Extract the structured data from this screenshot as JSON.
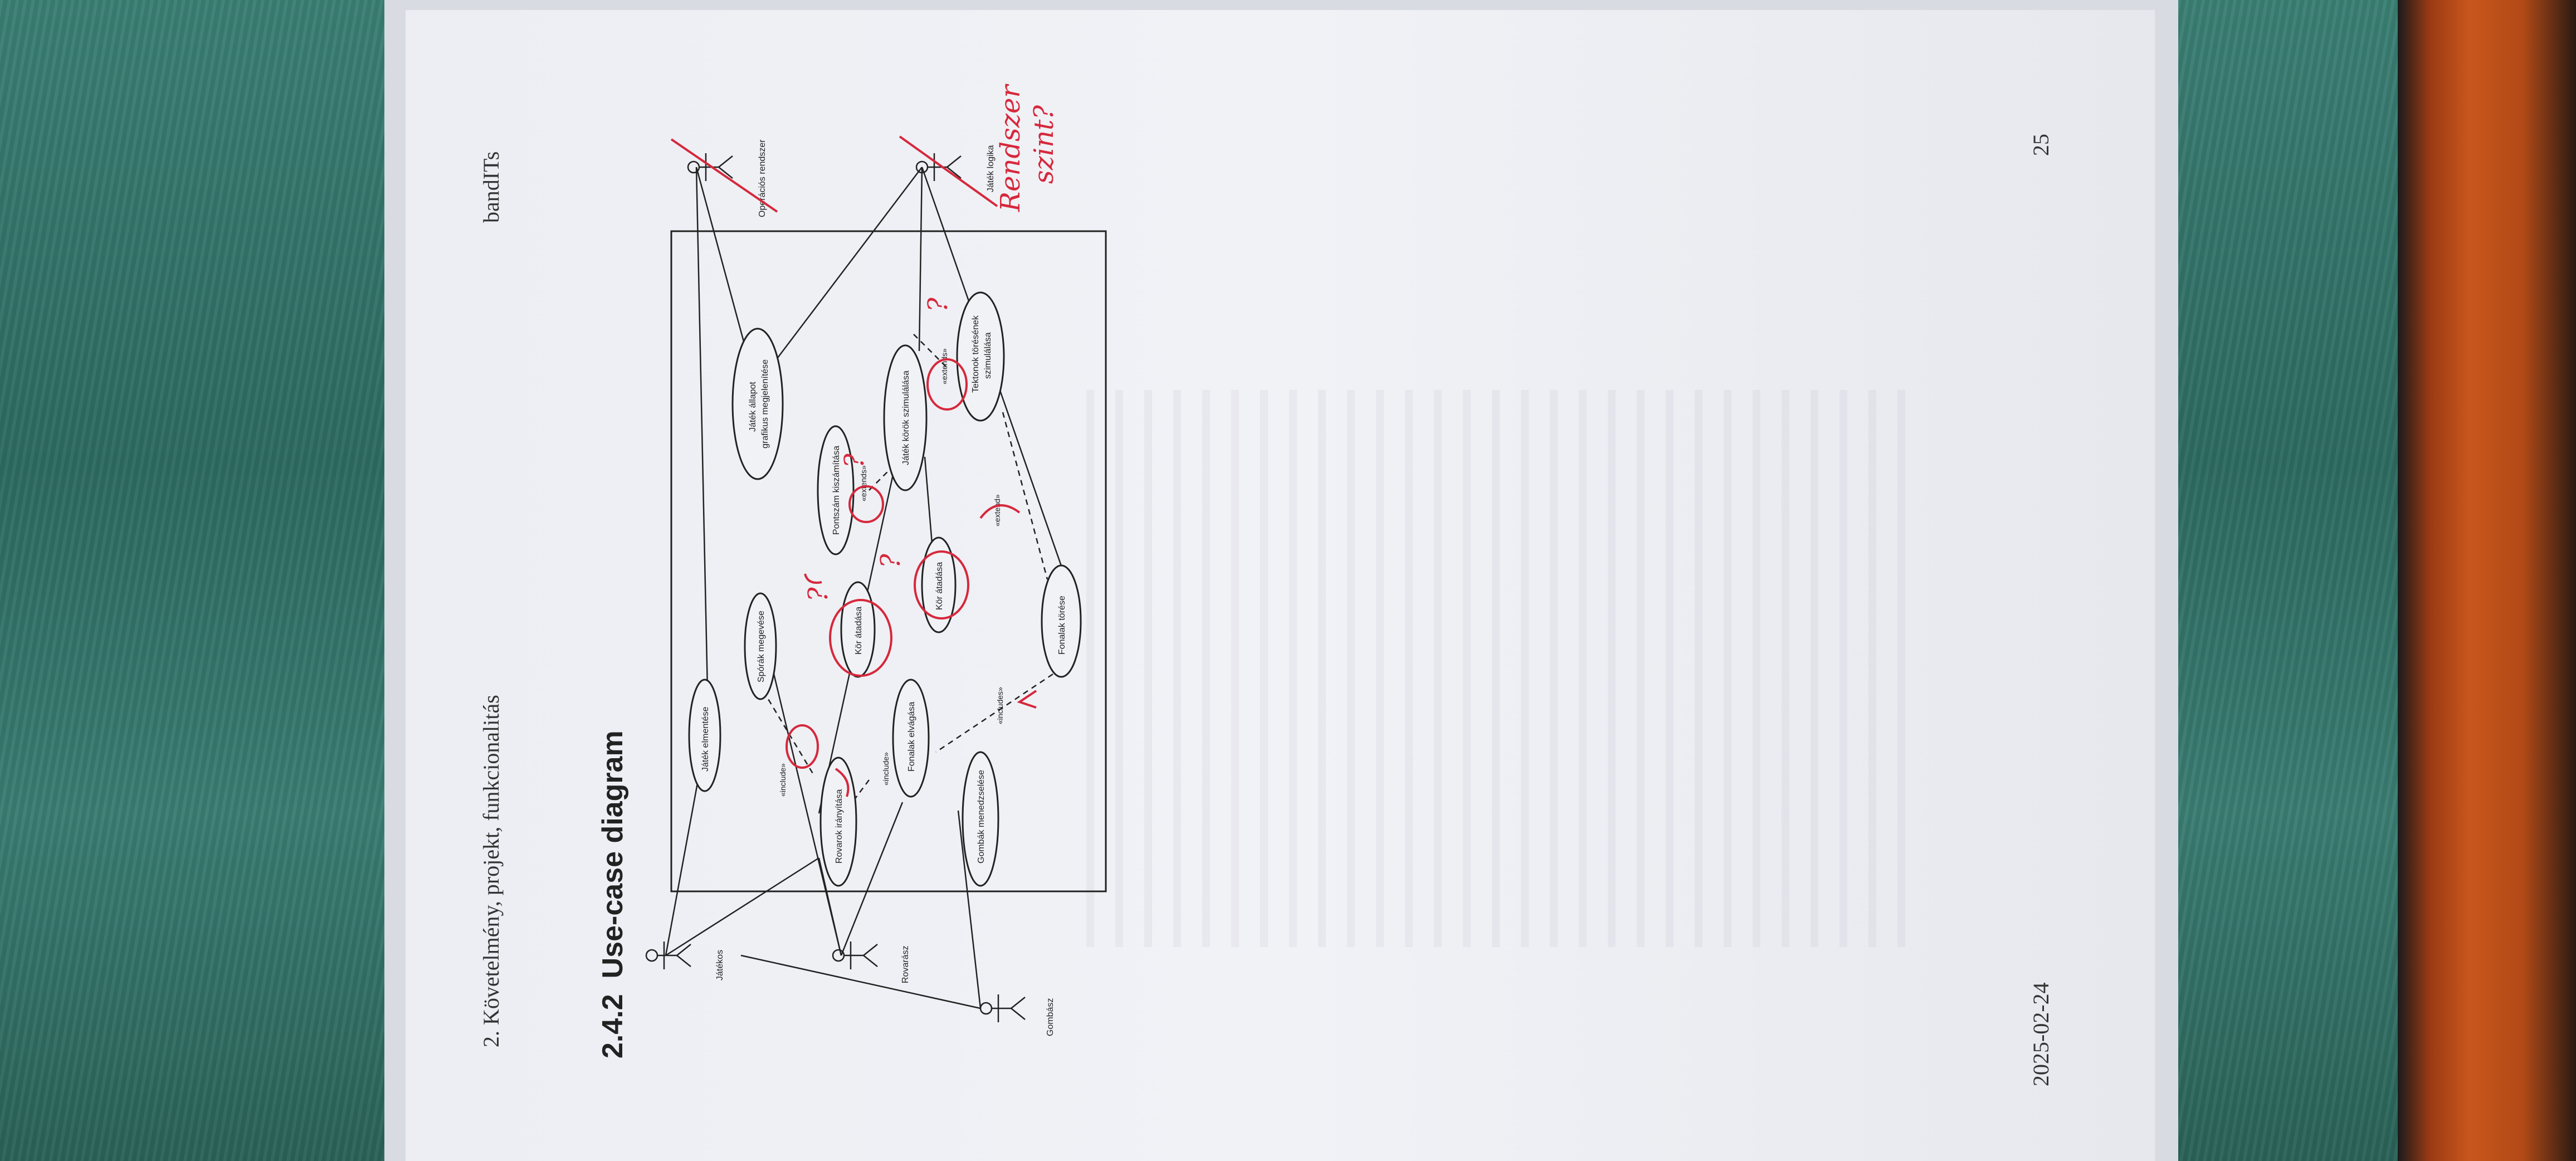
{
  "page": {
    "header_left": "2. Követelmény, projekt, funkcionalitás",
    "header_right": "bandITs",
    "section_number": "2.4.2",
    "section_title": "Use-case diagram",
    "footer_date": "2025-02-24",
    "footer_page": "25"
  },
  "diagram": {
    "actors": {
      "jatekos": "Játékos",
      "rovarasz": "Rovarász",
      "gombasz": "Gombász",
      "operacios_rendszer": "Operációs rendszer",
      "jatek_logika": "Játék logika"
    },
    "use_cases": {
      "jatek_elmentese": "Játék elmentése",
      "sporak_megevese": "Spórák megevése",
      "jatek_allapot_line1": "Játék állapot",
      "jatek_allapot_line2": "grafikus megjelenítése",
      "rovarok_iranyitasa": "Rovarok irányítása",
      "kor_atadasa_1": "Kör átadása",
      "pontszam_kiszamitasa": "Pontszám kiszámítása",
      "fonalak_elvagasa": "Fonalak elvágása",
      "kor_atadasa_2": "Kör átadása",
      "jatek_korok_szimulalasa": "Játék körök szimulálása",
      "tektonok_line1": "Tektonok törésének",
      "tektonok_line2": "szimulálása",
      "gombak_menedzselese": "Gombák menedzselése",
      "fonalak_torese": "Fonalak törése"
    },
    "stereotypes": {
      "include": "«include»",
      "includes": "«includes»",
      "extends": "«extends»",
      "extend": "«extend»"
    },
    "handwritten": {
      "note_line1": "Rendszer",
      "note_line2": "szint?",
      "question_mark": "?"
    },
    "colors": {
      "ink": "#222222",
      "annotation": "#d6283c",
      "paper": "#f1f2f6",
      "table_cloth": "#2f6f63"
    }
  }
}
